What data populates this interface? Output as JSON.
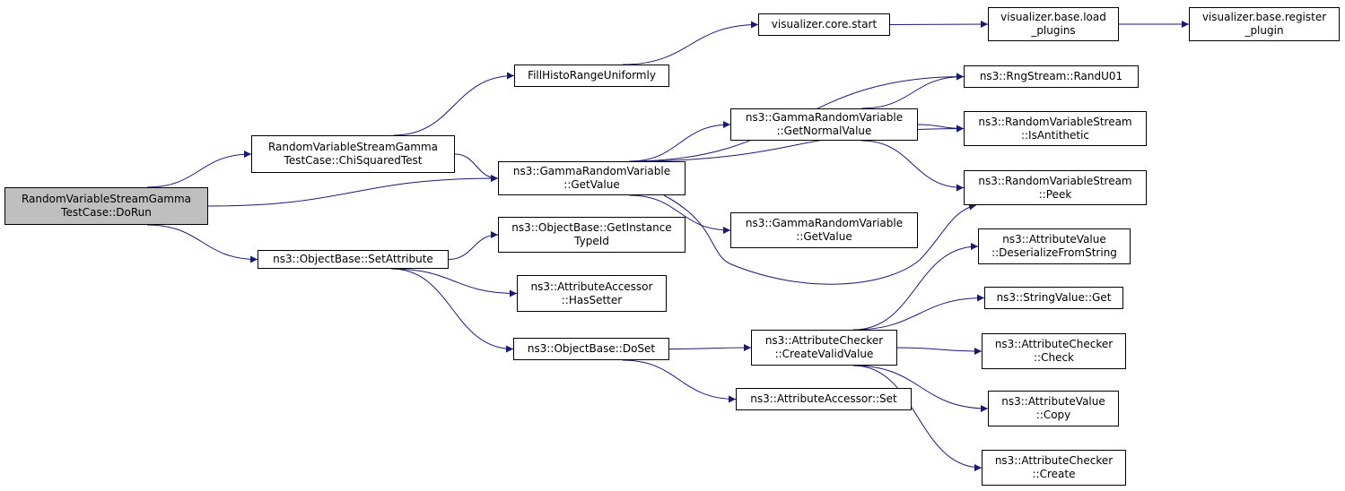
{
  "graph": {
    "edge_color": "#191970",
    "root_fill": "#bfbfbf",
    "nodes": [
      {
        "id": "dorun",
        "lines": [
          "RandomVariableStreamGamma",
          "TestCase::DoRun"
        ],
        "root": true
      },
      {
        "id": "chisq",
        "lines": [
          "RandomVariableStreamGamma",
          "TestCase::ChiSquaredTest"
        ]
      },
      {
        "id": "setattr",
        "lines": [
          "ns3::ObjectBase::SetAttribute"
        ]
      },
      {
        "id": "fillhisto",
        "lines": [
          "FillHistoRangeUniformly"
        ]
      },
      {
        "id": "gammaget",
        "lines": [
          "ns3::GammaRandomVariable",
          "::GetValue"
        ]
      },
      {
        "id": "gettypeid",
        "lines": [
          "ns3::ObjectBase::GetInstance",
          "TypeId"
        ]
      },
      {
        "id": "hassetter",
        "lines": [
          "ns3::AttributeAccessor",
          "::HasSetter"
        ]
      },
      {
        "id": "doset",
        "lines": [
          "ns3::ObjectBase::DoSet"
        ]
      },
      {
        "id": "vizstart",
        "lines": [
          "visualizer.core.start"
        ]
      },
      {
        "id": "gammanormal",
        "lines": [
          "ns3::GammaRandomVariable",
          "::GetNormalValue"
        ]
      },
      {
        "id": "gammaget2",
        "lines": [
          "ns3::GammaRandomVariable",
          "::GetValue"
        ]
      },
      {
        "id": "createvalid",
        "lines": [
          "ns3::AttributeChecker",
          "::CreateValidValue"
        ]
      },
      {
        "id": "accset",
        "lines": [
          "ns3::AttributeAccessor::Set"
        ]
      },
      {
        "id": "vizload",
        "lines": [
          "visualizer.base.load",
          "_plugins"
        ]
      },
      {
        "id": "vizreg",
        "lines": [
          "visualizer.base.register",
          "_plugin"
        ]
      },
      {
        "id": "randu01",
        "lines": [
          "ns3::RngStream::RandU01"
        ]
      },
      {
        "id": "isanti",
        "lines": [
          "ns3::RandomVariableStream",
          "::IsAntithetic"
        ]
      },
      {
        "id": "peek",
        "lines": [
          "ns3::RandomVariableStream",
          "::Peek"
        ]
      },
      {
        "id": "deser",
        "lines": [
          "ns3::AttributeValue",
          "::DeserializeFromString"
        ]
      },
      {
        "id": "strget",
        "lines": [
          "ns3::StringValue::Get"
        ]
      },
      {
        "id": "check",
        "lines": [
          "ns3::AttributeChecker",
          "::Check"
        ]
      },
      {
        "id": "copy",
        "lines": [
          "ns3::AttributeValue",
          "::Copy"
        ]
      },
      {
        "id": "create",
        "lines": [
          "ns3::AttributeChecker",
          "::Create"
        ]
      }
    ],
    "edges": [
      {
        "from": "dorun",
        "to": "chisq"
      },
      {
        "from": "dorun",
        "to": "gammaget"
      },
      {
        "from": "dorun",
        "to": "setattr"
      },
      {
        "from": "chisq",
        "to": "fillhisto"
      },
      {
        "from": "chisq",
        "to": "gammaget"
      },
      {
        "from": "fillhisto",
        "to": "vizstart"
      },
      {
        "from": "vizstart",
        "to": "vizload"
      },
      {
        "from": "vizload",
        "to": "vizreg"
      },
      {
        "from": "gammaget",
        "to": "randu01"
      },
      {
        "from": "gammaget",
        "to": "gammanormal"
      },
      {
        "from": "gammaget",
        "to": "isanti"
      },
      {
        "from": "gammaget",
        "to": "gammaget2"
      },
      {
        "from": "gammaget",
        "to": "peek"
      },
      {
        "from": "gammanormal",
        "to": "randu01"
      },
      {
        "from": "gammanormal",
        "to": "isanti"
      },
      {
        "from": "gammanormal",
        "to": "peek"
      },
      {
        "from": "setattr",
        "to": "gettypeid"
      },
      {
        "from": "setattr",
        "to": "hassetter"
      },
      {
        "from": "setattr",
        "to": "doset"
      },
      {
        "from": "doset",
        "to": "createvalid"
      },
      {
        "from": "doset",
        "to": "accset"
      },
      {
        "from": "createvalid",
        "to": "deser"
      },
      {
        "from": "createvalid",
        "to": "strget"
      },
      {
        "from": "createvalid",
        "to": "check"
      },
      {
        "from": "createvalid",
        "to": "copy"
      },
      {
        "from": "createvalid",
        "to": "create"
      }
    ]
  }
}
